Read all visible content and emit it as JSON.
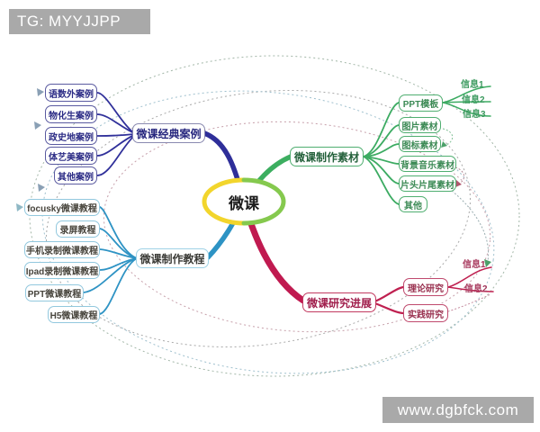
{
  "watermarks": {
    "top_left": "TG: MYYJJPP",
    "bottom_right": "www.dgbfck.com"
  },
  "center": {
    "label": "微课"
  },
  "branches": [
    {
      "label": "微课经典案例",
      "color": "#2e2e99",
      "children": [
        {
          "label": "语数外案例"
        },
        {
          "label": "物化生案例"
        },
        {
          "label": "政史地案例"
        },
        {
          "label": "体艺美案例"
        },
        {
          "label": "其他案例"
        }
      ]
    },
    {
      "label": "微课制作素材",
      "color": "#3cae60",
      "children": [
        {
          "label": "PPT模板",
          "subs": [
            "信息1",
            "信息2",
            "信息3"
          ]
        },
        {
          "label": "图片素材"
        },
        {
          "label": "图标素材"
        },
        {
          "label": "背景音乐素材"
        },
        {
          "label": "片头片尾素材"
        },
        {
          "label": "其他"
        }
      ]
    },
    {
      "label": "微课制作教程",
      "color": "#2d93c4",
      "children": [
        {
          "label": "focusky微课教程"
        },
        {
          "label": "录屏教程"
        },
        {
          "label": "手机录制微课教程"
        },
        {
          "label": "Ipad录制微课教程"
        },
        {
          "label": "PPT微课教程"
        },
        {
          "label": "H5微课教程"
        }
      ]
    },
    {
      "label": "微课研究进展",
      "color": "#c01a50",
      "children": [
        {
          "label": "理论研究",
          "subs": [
            "信息1",
            "信息2"
          ]
        },
        {
          "label": "实践研究"
        }
      ]
    }
  ],
  "colors": {
    "branch_classic_cases": "#2e2e99",
    "branch_materials": "#3cae60",
    "branch_tutorials": "#2d93c4",
    "branch_research": "#c01a50",
    "center_ring_left": "#f2d52c",
    "center_ring_right": "#85c94e",
    "watermark_background": "#a9a9a9",
    "watermark_text": "#ffffff"
  }
}
